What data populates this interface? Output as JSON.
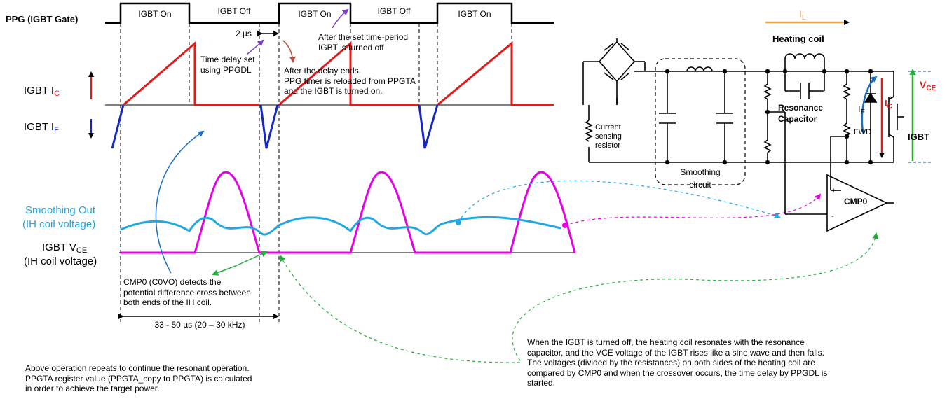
{
  "timing": {
    "ppg_label": "PPG (IGBT Gate)",
    "pulses": [
      "IGBT On",
      "IGBT Off",
      "IGBT On",
      "IGBT Off",
      "IGBT On"
    ],
    "ic_label": "IGBT I",
    "ic_sub": "C",
    "if_label": "IGBT I",
    "if_sub": "F",
    "smoothing_label_1": "Smoothing Out",
    "smoothing_label_2": "(IH coil voltage)",
    "vce_label_1": "IGBT V",
    "vce_sub": "CE",
    "vce_label_2": "(IH coil voltage)",
    "delay_value": "2 µs",
    "period_label": "33 - 50 µs (20 – 30 kHz)"
  },
  "annotations": {
    "time_delay": "Time delay set\nusing PPGDL",
    "after_set_period": "After the set time-period\nIGBT is turned off",
    "after_delay": "After the delay ends,\nPPG timer is reloaded from PPGTA\nand the IGBT is turned on.",
    "cmp0_detects": "CMP0 (C0VO) detects the\npotential difference cross between\nboth ends of the IH coil.",
    "repeat_note": "Above operation repeats to continue the resonant operation.\nPPGTA register value (PPGTA_copy to PPGTA) is calculated\nin order to achieve the target power.",
    "resonance_note": "When the IGBT is turned off, the heating coil resonates with the resonance\ncapacitor, and the VCE voltage of the IGBT rises like a sine wave and then falls.\nThe voltages (divided by the resistances) on both sides of the heating coil are\ncompared by CMP0 and when the crossover occurs, the time delay by PPGDL is\nstarted."
  },
  "circuit": {
    "il_label": "I",
    "il_sub": "L",
    "heating_coil": "Heating coil",
    "resonance_1": "Resonance",
    "resonance_2": "Capacitor",
    "current_sensing": "Current\nsensing\nresistor",
    "smoothing_circuit": "Smoothing\ncircuit",
    "if_label": "I",
    "if_sub": "F",
    "ic_label": "I",
    "ic_sub": "C",
    "fwd": "FWD",
    "igbt": "IGBT",
    "vce_label": "V",
    "vce_sub": "CE",
    "cmp_name": "CMP0",
    "cmp_plus": "+",
    "cmp_minus": "-"
  },
  "colors": {
    "ic_wave": "#e31a1a",
    "if_wave": "#1428c8",
    "smoothing_wave": "#22a8e0",
    "vce_wave": "#e600e6",
    "il_arrow": "#f4a04a",
    "vce_arrow": "#20b020",
    "blue_arrow": "#1a6fc0",
    "green_arrow": "#1fae3a",
    "purple_arrow": "#7a3fc4",
    "brown_arrow": "#b85040"
  }
}
